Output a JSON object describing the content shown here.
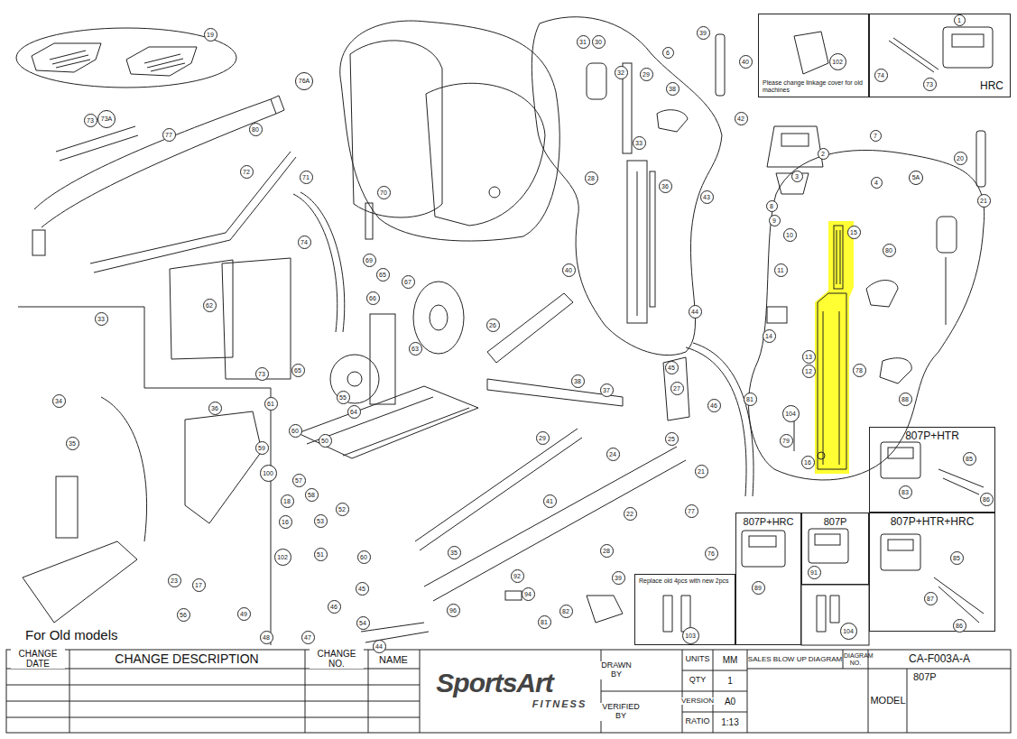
{
  "diagram": {
    "nodes": [
      {
        "text": [
          "Please change linkage cover for old machines"
        ]
      },
      {
        "text": [
          "HRC"
        ]
      },
      {
        "text": [
          "807P+HTR"
        ]
      },
      {
        "text": [
          "807P+HRC"
        ]
      },
      {
        "text": [
          "807P"
        ]
      },
      {
        "text": [
          "807P+HTR+HRC"
        ]
      },
      {
        "text": [
          "Replace old 4pcs with new 2pcs"
        ]
      }
    ],
    "labels": [
      "19",
      "73",
      "73A",
      "80",
      "72",
      "77",
      "71",
      "74",
      "70",
      "69",
      "65",
      "76A",
      "66",
      "67",
      "62",
      "63",
      "64",
      "73",
      "61",
      "65",
      "33",
      "34",
      "35",
      "36",
      "23",
      "17",
      "56",
      "100",
      "18",
      "16",
      "102",
      "51",
      "49",
      "48",
      "47",
      "46",
      "45",
      "54",
      "44",
      "60",
      "53",
      "52",
      "58",
      "57",
      "59",
      "60",
      "50",
      "55",
      "35",
      "96",
      "92",
      "94",
      "81",
      "82",
      "28",
      "39",
      "22",
      "41",
      "25",
      "24",
      "29",
      "37",
      "38",
      "40",
      "26",
      "27",
      "77",
      "76",
      "103",
      "21",
      "31",
      "30",
      "6",
      "39",
      "40",
      "32",
      "29",
      "38",
      "42",
      "28",
      "36",
      "33",
      "43",
      "44",
      "45",
      "46",
      "1",
      "74",
      "73",
      "102",
      "2",
      "3",
      "4",
      "5A",
      "7",
      "8",
      "9",
      "10",
      "11",
      "14",
      "15",
      "16",
      "20",
      "21",
      "80",
      "88",
      "78",
      "104",
      "79",
      "81",
      "83",
      "85",
      "86",
      "89",
      "91",
      "104",
      "87",
      "85",
      "86",
      "13",
      "12",
      "CHANGE DATE",
      "CHANGE DESCRIPTION",
      "CHANGE NO.",
      "NAME",
      "SportsArt",
      "FITNESS",
      "DRAWN BY",
      "VERIFIED BY",
      "UNITS",
      "MM",
      "QTY",
      "1",
      "VERSION",
      "A0",
      "RATIO",
      "1:13",
      "SALES BLOW UP DIAGRAM",
      "DIAGRAM NO.",
      "CA-F003A-A",
      "807P",
      "MODEL",
      "For Old models"
    ]
  }
}
